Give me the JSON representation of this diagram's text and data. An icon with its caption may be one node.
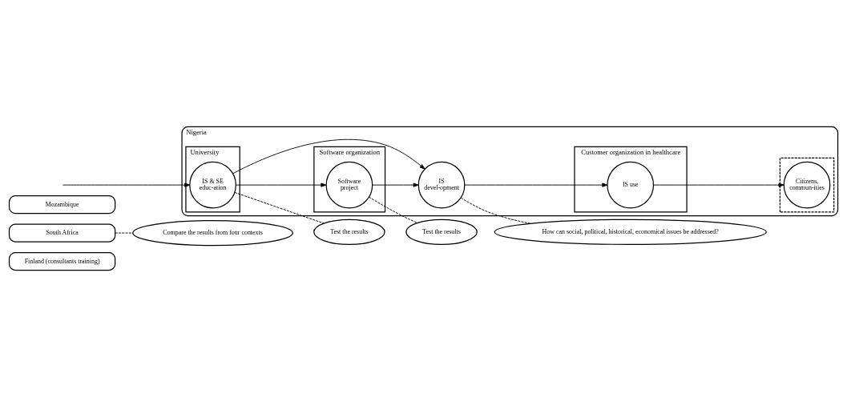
{
  "diagram": {
    "nodes": [
      {
        "text": [
          "Finland (consultants training)"
        ]
      },
      {
        "text": [
          "South Africa"
        ]
      },
      {
        "text": [
          "Mozambique"
        ]
      },
      {
        "text": [
          "Nigeria"
        ]
      },
      {
        "text": [
          "University"
        ],
        "in": 3
      },
      {
        "text": [
          "IS & SE educ-ation"
        ],
        "in": 4
      },
      {
        "text": [
          "Software organization"
        ],
        "in": 3
      },
      {
        "text": [
          "Software project"
        ],
        "in": 6
      },
      {
        "text": [
          "Customer organization in healthcare"
        ],
        "in": 3
      },
      {
        "text": [
          "IS devel-opment"
        ],
        "in": 3
      },
      {
        "text": [
          "IS use"
        ],
        "in": 8
      },
      {
        "text": [],
        "shape": "box",
        "in": 3
      },
      {
        "text": [
          "Citizens, commun-ities"
        ],
        "in": 11
      },
      {
        "text": [
          "Compare the results from four contexts"
        ]
      },
      {
        "text": [
          "Test the results"
        ]
      },
      {
        "text": [
          "Test the results"
        ]
      },
      {
        "text": [
          "How can social, political, historical, economical issues be addressed?"
        ]
      }
    ],
    "edges": [
      {
        "from": null,
        "to": 5,
        "arrow": "to"
      },
      {
        "from": 5,
        "to": 7,
        "arrow": "to"
      },
      {
        "from": 5,
        "to": 9,
        "arrow": "to"
      },
      {
        "from": 7,
        "to": 9,
        "arrow": "to"
      },
      {
        "from": 9,
        "to": 10,
        "arrow": "to"
      },
      {
        "from": 10,
        "to": 12,
        "arrow": "to"
      },
      {
        "from": 5,
        "to": 14,
        "arrow": "none",
        "style": "dashed"
      },
      {
        "from": 7,
        "to": 15,
        "arrow": "none",
        "style": "dashed"
      },
      {
        "from": 9,
        "to": 16,
        "arrow": "none",
        "style": "dashed"
      },
      {
        "from": 1,
        "to": 13,
        "arrow": "none",
        "style": "dashed"
      }
    ]
  }
}
